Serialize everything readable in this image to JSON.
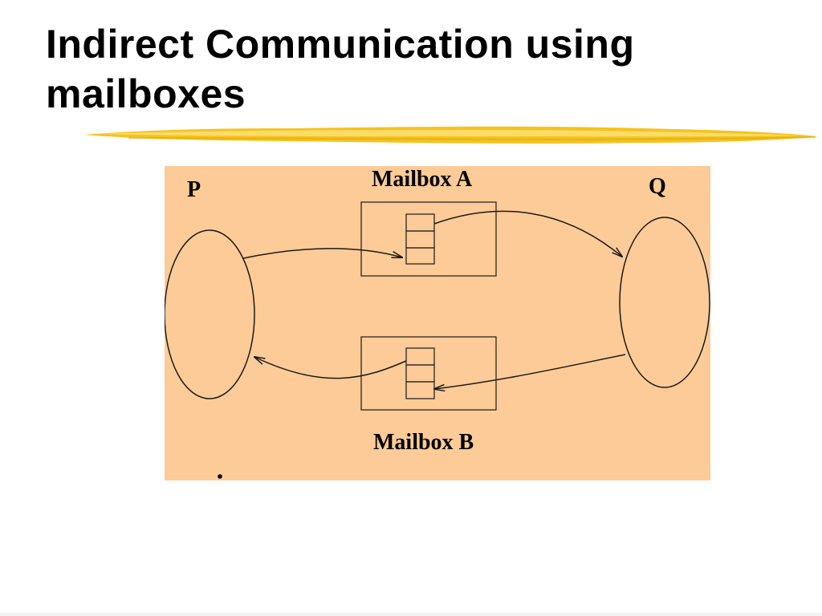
{
  "slide": {
    "title": "Indirect Communication using mailboxes"
  },
  "diagram": {
    "process_p": "P",
    "process_q": "Q",
    "mailbox_a": "Mailbox A",
    "mailbox_b": "Mailbox B"
  },
  "colors": {
    "panel_background": "#fccb97",
    "underline_accent": "#f5c21e",
    "stroke": "#1a1a1a"
  }
}
